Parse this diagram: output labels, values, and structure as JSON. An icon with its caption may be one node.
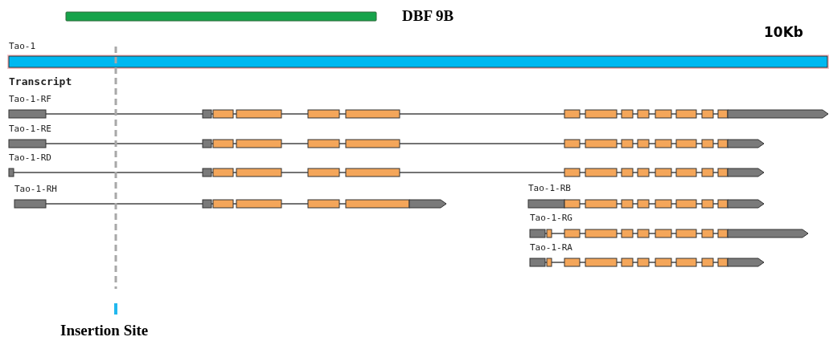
{
  "diagram": {
    "labels": [
      "DBF 9B",
      "10Kb",
      "Tao-1",
      "Transcript",
      "Tao-1-RF",
      "Tao-1-RE",
      "Tao-1-RD",
      "Tao-1-RH",
      "Tao-1-RB",
      "Tao-1-RG",
      "Tao-1-RA",
      "Insertion Site"
    ]
  }
}
